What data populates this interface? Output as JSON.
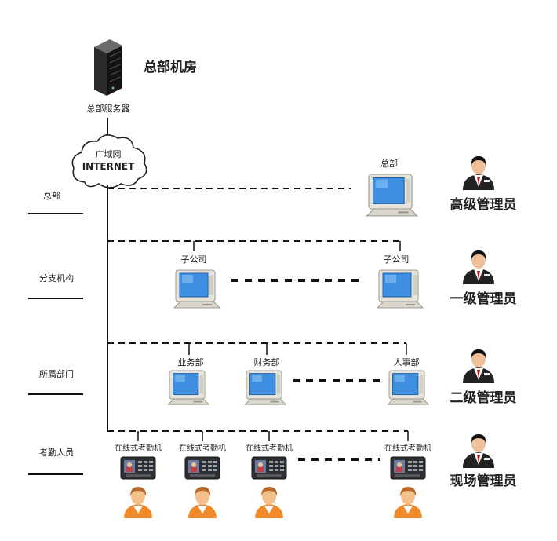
{
  "header": {
    "title": "总部机房",
    "server_label": "总部服务器"
  },
  "cloud": {
    "line1": "广域网",
    "line2": "INTERNET"
  },
  "levels": [
    {
      "label": "总部"
    },
    {
      "label": "分支机构"
    },
    {
      "label": "所属部门"
    },
    {
      "label": "考勤人员"
    }
  ],
  "nodes": {
    "hq": "总部",
    "sub1": "子公司",
    "sub2": "子公司",
    "dept1": "业务部",
    "dept2": "财务部",
    "dept3": "人事部",
    "term1": "在线式考勤机",
    "term2": "在线式考勤机",
    "term3": "在线式考勤机",
    "term4": "在线式考勤机"
  },
  "admins": [
    {
      "label": "高级管理员"
    },
    {
      "label": "一级管理员"
    },
    {
      "label": "二级管理员"
    },
    {
      "label": "现场管理员"
    }
  ],
  "colors": {
    "screen": "#3f8fe0",
    "monitor": "#e4e2d8",
    "line": "#111111",
    "skin_staff": "#f3c08c",
    "shirt_staff": "#f28a2a",
    "suit_admin": "#222222"
  },
  "icons": [
    "server-icon",
    "cloud-icon",
    "monitor-icon",
    "attendance-terminal-icon",
    "person-icon",
    "admin-icon"
  ]
}
